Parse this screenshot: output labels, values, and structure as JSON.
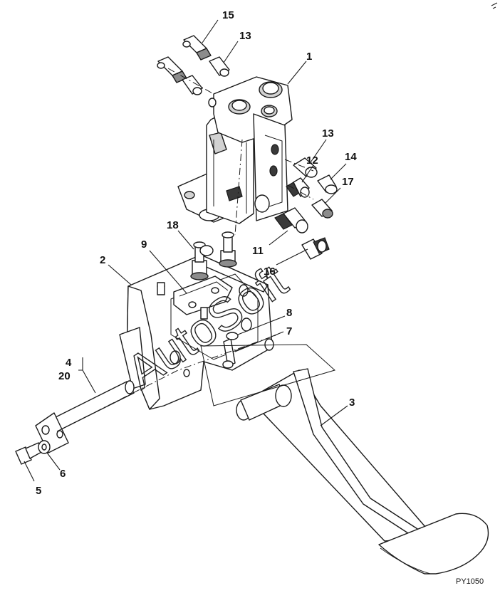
{
  "callouts": {
    "c1": "1",
    "c2": "2",
    "c3": "3",
    "c4": "4",
    "c5": "5",
    "c6": "6",
    "c7": "7",
    "c8": "8",
    "c9": "9",
    "c11": "11",
    "c12": "12",
    "c13a": "13",
    "c13b": "13",
    "c14": "14",
    "c15": "15",
    "c16": "16",
    "c17": "17",
    "c18": "18",
    "c20": "20"
  },
  "drawing_code": "PY1050",
  "watermark": "AutoSoft",
  "colors": {
    "line": "#1a1a1a",
    "fill_gray": "#8c8c8c",
    "fill_light": "#d2d2d2"
  }
}
